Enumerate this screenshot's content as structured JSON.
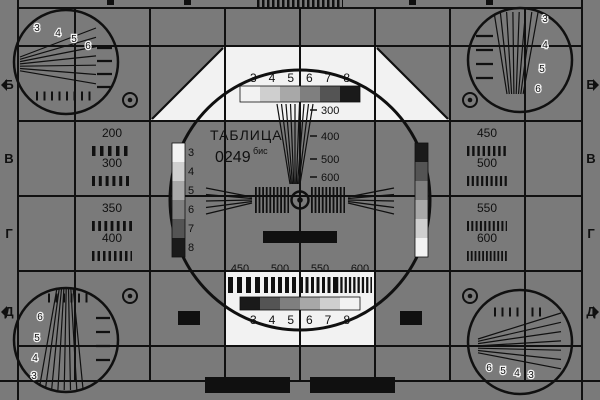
{
  "palette": {
    "background": "#7a7a7a",
    "paper": "#f2f2f2",
    "ink": "#101010"
  },
  "grays": [
    "#f2f2f2",
    "#cfcfcf",
    "#a8a8a8",
    "#7f7f7f",
    "#545454",
    "#1a1a1a"
  ],
  "title": {
    "name": "ТАБЛИЦА",
    "code": "0249",
    "code_sup": "бис"
  },
  "center_circle": {
    "top_scale_digits": "3 4 5 6 7 8",
    "bottom_scale_digits": "3 4 5 6 7 8",
    "vertical_wedge_labels": [
      "300",
      "400",
      "500",
      "600"
    ],
    "burst_labels": [
      "450",
      "500",
      "550",
      "600"
    ],
    "left_scale_digits": [
      "3",
      "4",
      "5",
      "6",
      "7",
      "8"
    ]
  },
  "left_panel": [
    "200",
    "300",
    "350",
    "400"
  ],
  "right_panel": [
    "450",
    "500",
    "550",
    "600"
  ],
  "row_letters": [
    "Б",
    "В",
    "Г",
    "Д"
  ],
  "corner_circles": {
    "top_left_digits": [
      "3",
      "4",
      "5",
      "6"
    ],
    "top_right_digits": [
      "3",
      "4",
      "5",
      "6"
    ],
    "bottom_left_digits": [
      "6",
      "5",
      "4",
      "3"
    ],
    "bottom_right_digits": [
      "6",
      "5",
      "4",
      "3"
    ]
  }
}
